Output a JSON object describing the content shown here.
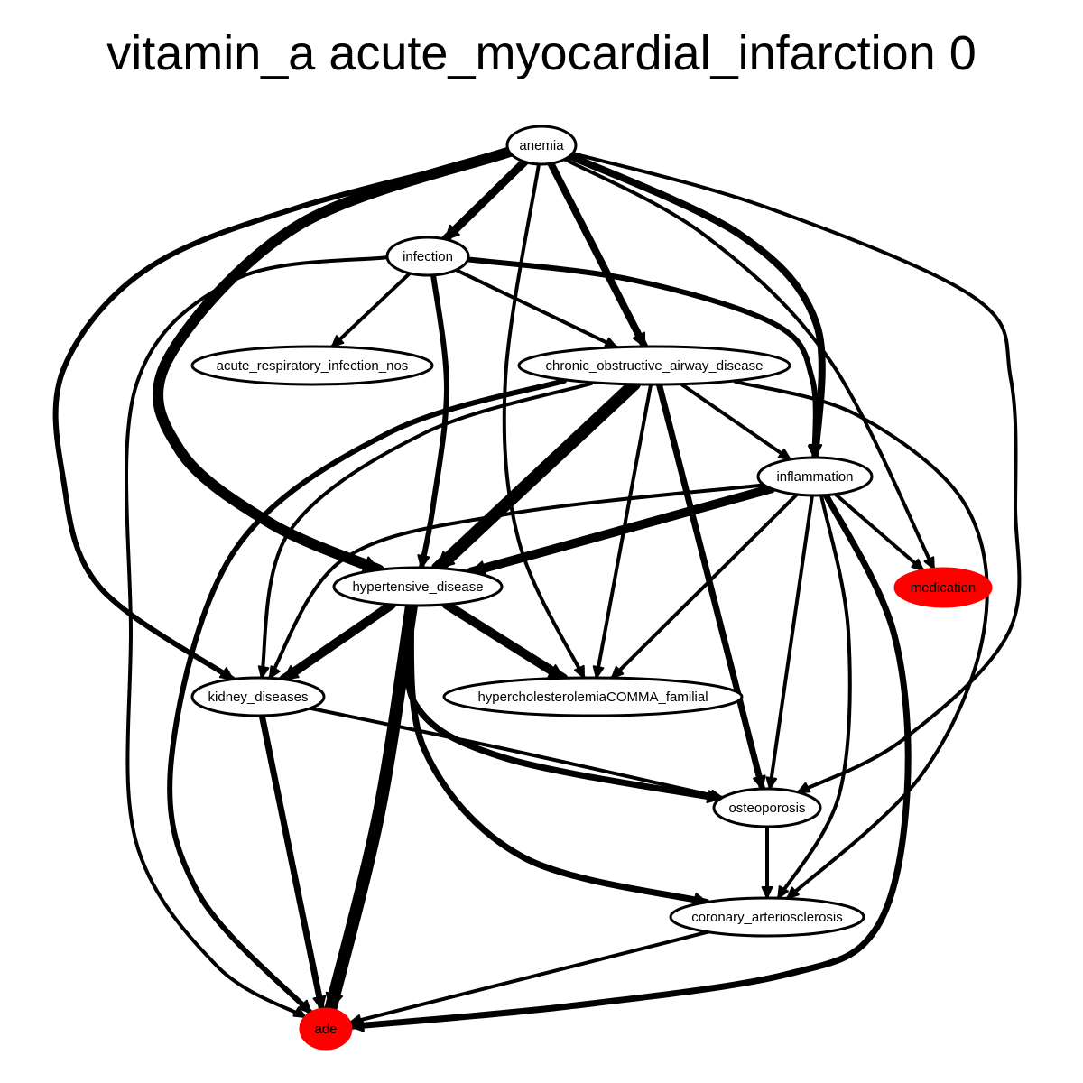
{
  "title": "vitamin_a acute_myocardial_infarction 0",
  "colors": {
    "edge": "#000000",
    "node_fill_default": "#ffffff",
    "node_fill_highlight": "#ff0000",
    "node_stroke": "#000000"
  },
  "nodes": [
    {
      "id": "anemia",
      "label": "anemia",
      "highlight": false
    },
    {
      "id": "infection",
      "label": "infection",
      "highlight": false
    },
    {
      "id": "acute_respiratory_infection_nos",
      "label": "acute_respiratory_infection_nos",
      "highlight": false
    },
    {
      "id": "chronic_obstructive_airway_disease",
      "label": "chronic_obstructive_airway_disease",
      "highlight": false
    },
    {
      "id": "inflammation",
      "label": "inflammation",
      "highlight": false
    },
    {
      "id": "medication",
      "label": "medication",
      "highlight": true
    },
    {
      "id": "hypertensive_disease",
      "label": "hypertensive_disease",
      "highlight": false
    },
    {
      "id": "kidney_diseases",
      "label": "kidney_diseases",
      "highlight": false
    },
    {
      "id": "hypercholesterolemiaCOMMA_familial",
      "label": "hypercholesterolemiaCOMMA_familial",
      "highlight": false
    },
    {
      "id": "osteoporosis",
      "label": "osteoporosis",
      "highlight": false
    },
    {
      "id": "coronary_arteriosclerosis",
      "label": "coronary_arteriosclerosis",
      "highlight": false
    },
    {
      "id": "ade",
      "label": "ade",
      "highlight": true
    }
  ],
  "edges": [
    {
      "from": "anemia",
      "to": "infection",
      "weight": 9
    },
    {
      "from": "anemia",
      "to": "chronic_obstructive_airway_disease",
      "weight": 8
    },
    {
      "from": "anemia",
      "to": "hypertensive_disease",
      "weight": 12
    },
    {
      "from": "anemia",
      "to": "kidney_diseases",
      "weight": 6
    },
    {
      "from": "anemia",
      "to": "hypercholesterolemiaCOMMA_familial",
      "weight": 4
    },
    {
      "from": "anemia",
      "to": "inflammation",
      "weight": 8
    },
    {
      "from": "anemia",
      "to": "medication",
      "weight": 4
    },
    {
      "from": "anemia",
      "to": "osteoporosis",
      "weight": 4
    },
    {
      "from": "infection",
      "to": "acute_respiratory_infection_nos",
      "weight": 4
    },
    {
      "from": "infection",
      "to": "chronic_obstructive_airway_disease",
      "weight": 4
    },
    {
      "from": "infection",
      "to": "hypertensive_disease",
      "weight": 6
    },
    {
      "from": "infection",
      "to": "inflammation",
      "weight": 6
    },
    {
      "from": "infection",
      "to": "ade",
      "weight": 4
    },
    {
      "from": "chronic_obstructive_airway_disease",
      "to": "inflammation",
      "weight": 4
    },
    {
      "from": "chronic_obstructive_airway_disease",
      "to": "hypertensive_disease",
      "weight": 14
    },
    {
      "from": "chronic_obstructive_airway_disease",
      "to": "kidney_diseases",
      "weight": 4
    },
    {
      "from": "chronic_obstructive_airway_disease",
      "to": "hypercholesterolemiaCOMMA_familial",
      "weight": 4
    },
    {
      "from": "chronic_obstructive_airway_disease",
      "to": "osteoporosis",
      "weight": 7
    },
    {
      "from": "chronic_obstructive_airway_disease",
      "to": "coronary_arteriosclerosis",
      "weight": 4
    },
    {
      "from": "chronic_obstructive_airway_disease",
      "to": "ade",
      "weight": 6
    },
    {
      "from": "inflammation",
      "to": "hypertensive_disease",
      "weight": 10
    },
    {
      "from": "inflammation",
      "to": "kidney_diseases",
      "weight": 4
    },
    {
      "from": "inflammation",
      "to": "hypercholesterolemiaCOMMA_familial",
      "weight": 4
    },
    {
      "from": "inflammation",
      "to": "medication",
      "weight": 4
    },
    {
      "from": "inflammation",
      "to": "osteoporosis",
      "weight": 4
    },
    {
      "from": "inflammation",
      "to": "coronary_arteriosclerosis",
      "weight": 4
    },
    {
      "from": "inflammation",
      "to": "ade",
      "weight": 7
    },
    {
      "from": "hypertensive_disease",
      "to": "kidney_diseases",
      "weight": 10
    },
    {
      "from": "hypertensive_disease",
      "to": "hypercholesterolemiaCOMMA_familial",
      "weight": 10
    },
    {
      "from": "hypertensive_disease",
      "to": "osteoporosis",
      "weight": 7
    },
    {
      "from": "hypertensive_disease",
      "to": "coronary_arteriosclerosis",
      "weight": 7
    },
    {
      "from": "hypertensive_disease",
      "to": "ade",
      "weight": 14
    },
    {
      "from": "kidney_diseases",
      "to": "osteoporosis",
      "weight": 4
    },
    {
      "from": "kidney_diseases",
      "to": "ade",
      "weight": 7
    },
    {
      "from": "osteoporosis",
      "to": "coronary_arteriosclerosis",
      "weight": 4
    },
    {
      "from": "coronary_arteriosclerosis",
      "to": "ade",
      "weight": 4
    }
  ]
}
